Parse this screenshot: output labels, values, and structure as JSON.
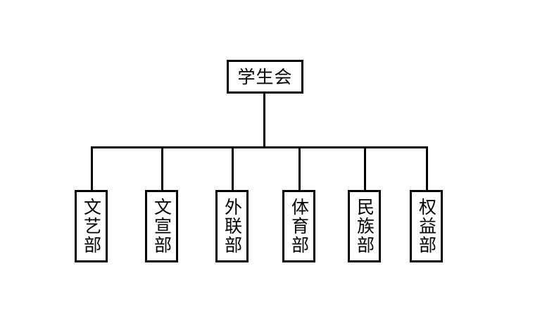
{
  "diagram": {
    "type": "organization-chart",
    "orientation": "top-down",
    "background_color": "#ffffff",
    "line_color": "#000000",
    "box_fill_color": "#ffffff",
    "root": {
      "label": "学生会",
      "text_direction": "horizontal"
    },
    "children": [
      {
        "label": "文艺部",
        "text_direction": "vertical"
      },
      {
        "label": "文宣部",
        "text_direction": "vertical"
      },
      {
        "label": "外联部",
        "text_direction": "vertical"
      },
      {
        "label": "体育部",
        "text_direction": "vertical"
      },
      {
        "label": "民族部",
        "text_direction": "vertical"
      },
      {
        "label": "权益部",
        "text_direction": "vertical"
      }
    ]
  }
}
